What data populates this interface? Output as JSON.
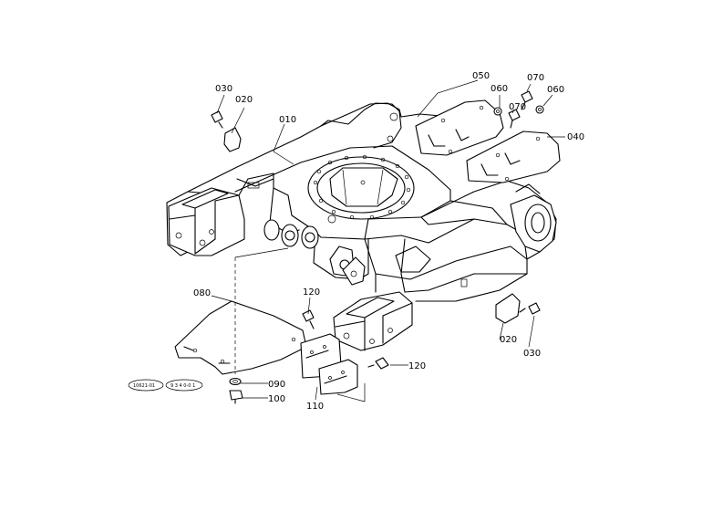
{
  "parts": [
    {
      "id": "p030a",
      "label": "030"
    },
    {
      "id": "p020a",
      "label": "020"
    },
    {
      "id": "p010",
      "label": "010"
    },
    {
      "id": "p050",
      "label": "050"
    },
    {
      "id": "p060a",
      "label": "060"
    },
    {
      "id": "p070a",
      "label": "070"
    },
    {
      "id": "p070b",
      "label": "070"
    },
    {
      "id": "p060b",
      "label": "060"
    },
    {
      "id": "p040",
      "label": "040"
    },
    {
      "id": "p080",
      "label": "080"
    },
    {
      "id": "p120a",
      "label": "120"
    },
    {
      "id": "p020b",
      "label": "020"
    },
    {
      "id": "p030b",
      "label": "030"
    },
    {
      "id": "p120b",
      "label": "120"
    },
    {
      "id": "p090",
      "label": "090"
    },
    {
      "id": "p100",
      "label": "100"
    },
    {
      "id": "p110",
      "label": "110"
    }
  ],
  "refs": [
    {
      "id": "r1",
      "label": "10621-01"
    },
    {
      "id": "r2",
      "label": "9 3 4 0-0 1"
    }
  ]
}
